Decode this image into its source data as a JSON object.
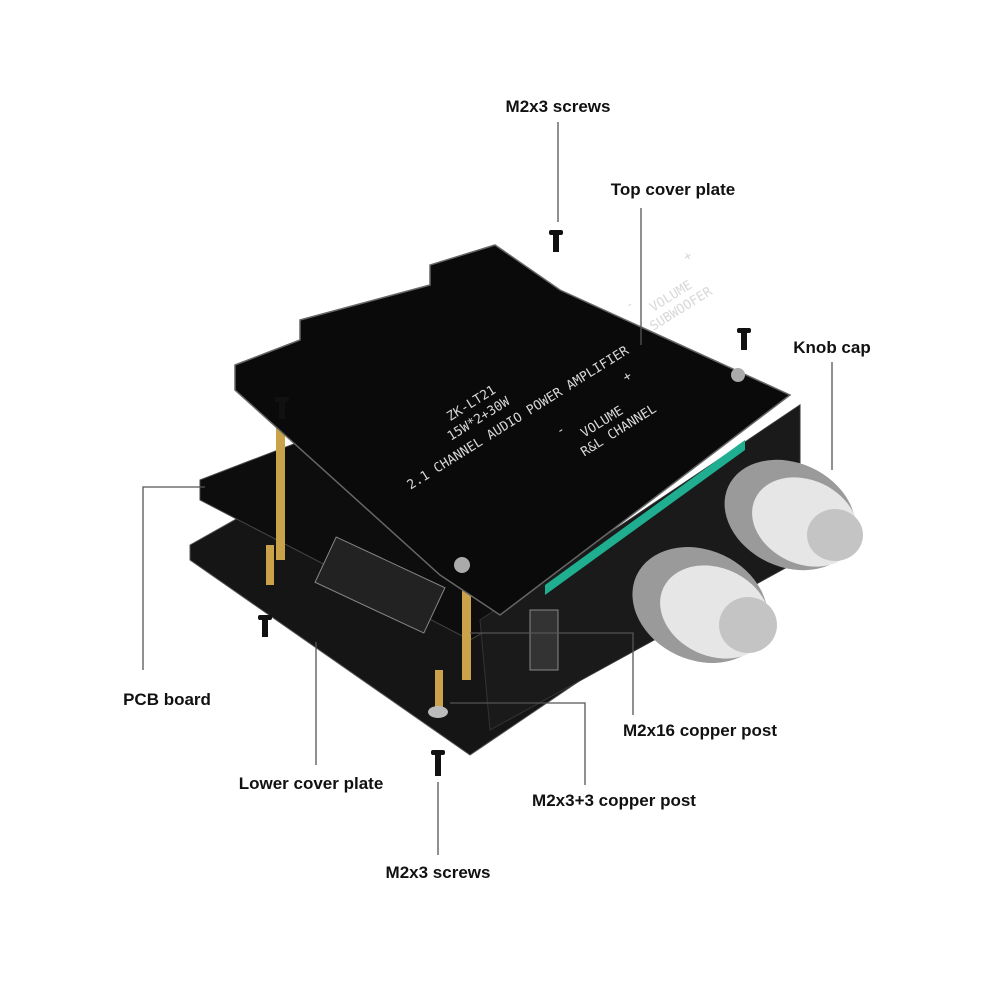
{
  "labels": {
    "screws_top": "M2x3 screws",
    "top_cover_plate": "Top cover plate",
    "knob_cap": "Knob cap",
    "pcb_board": "PCB board",
    "lower_cover_plate": "Lower cover plate",
    "copper_post_16": "M2x16 copper post",
    "copper_post_3_3": "M2x3+3 copper post",
    "screws_bottom": "M2x3 screws"
  },
  "board_silkscreen": {
    "model": "ZK-LT21",
    "power": "15W*2+30W",
    "description": "2.1 CHANNEL AUDIO POWER AMPLIFIER",
    "volume_rl": "VOLUME",
    "rl_channel": "R&L CHANNEL",
    "volume_sub": "VOLUME",
    "subwoofer": "SUBWOOFER",
    "minus": "-",
    "plus": "+"
  },
  "colors": {
    "board": "#111111",
    "post": "#c9a24a",
    "accent": "#1fae8f"
  }
}
